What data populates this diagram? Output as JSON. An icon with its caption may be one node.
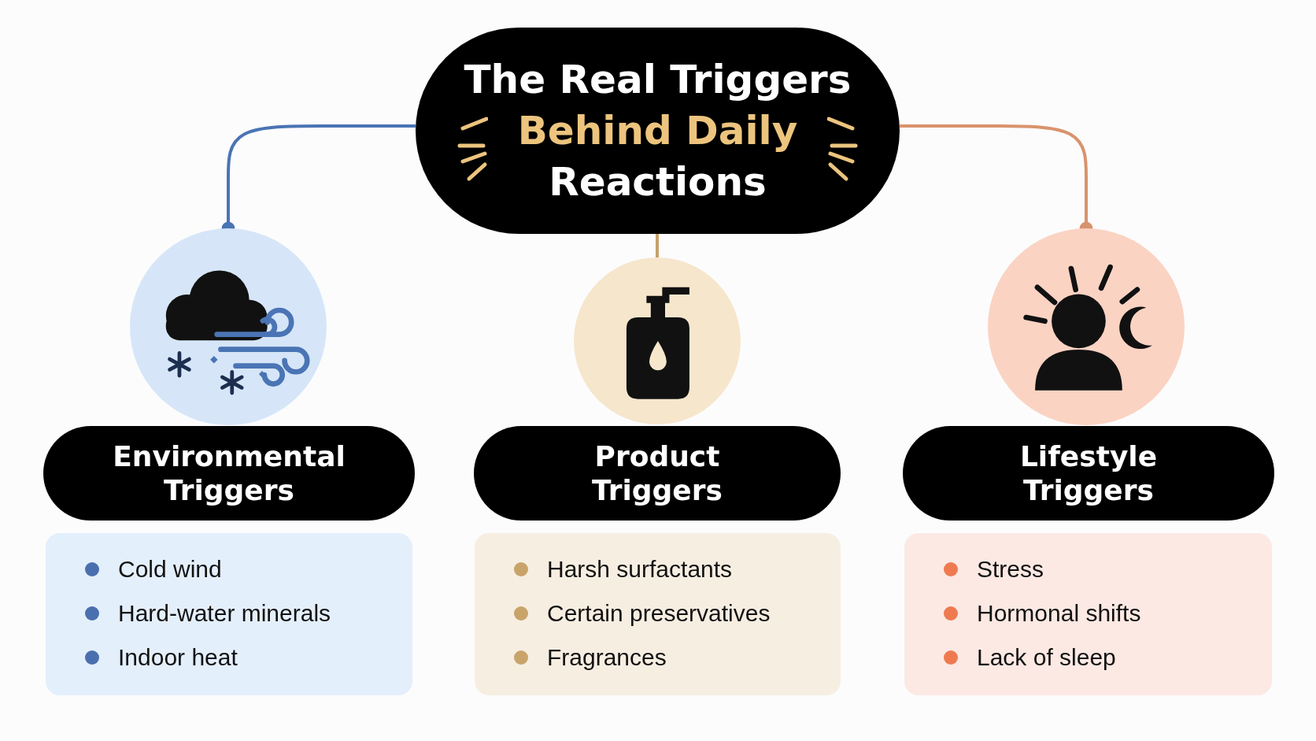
{
  "diagram": {
    "nodes": [
      {
        "text": [
          "The Real Triggers",
          "Behind Daily",
          "Reactions"
        ]
      },
      {
        "text": [],
        "shape": "circle"
      },
      {
        "text": [],
        "shape": "circle"
      },
      {
        "text": [],
        "shape": "circle"
      },
      {
        "text": [
          "Environmental Triggers"
        ]
      },
      {
        "text": [
          "Product Triggers"
        ]
      },
      {
        "text": [
          "Lifestyle Triggers"
        ]
      },
      {
        "text": [
          "Cold wind",
          "Hard-water minerals",
          "Indoor heat"
        ]
      },
      {
        "text": [
          "Harsh surfactants",
          "Certain preservatives",
          "Fragrances"
        ]
      },
      {
        "text": [
          "Stress",
          "Hormonal shifts",
          "Lack of sleep"
        ]
      }
    ],
    "edges": [
      {
        "from": 0,
        "to": 1,
        "arrow": "other",
        "color": "#4a74b4"
      },
      {
        "from": 0,
        "to": 2,
        "arrow": "none",
        "color": "#c8a06a"
      },
      {
        "from": 0,
        "to": 3,
        "arrow": "other",
        "color": "#d9936c"
      }
    ]
  }
}
